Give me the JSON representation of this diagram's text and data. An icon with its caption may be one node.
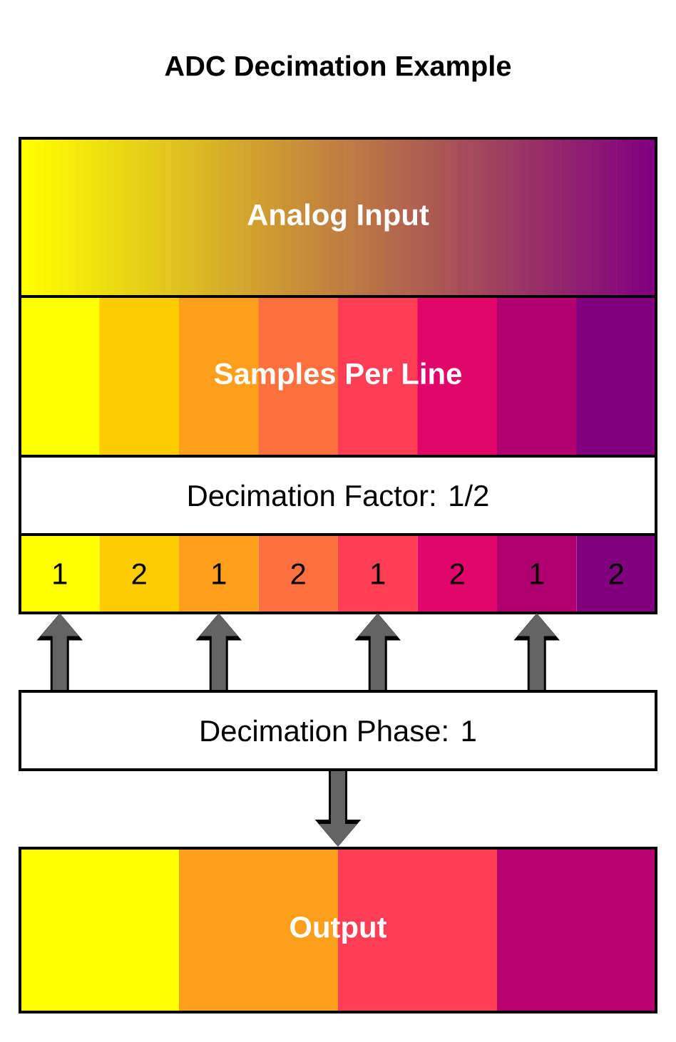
{
  "diagram": {
    "title": "ADC Decimation Example",
    "nodes": [
      {
        "text": [
          "Analog Input"
        ]
      },
      {
        "text": [
          "Samples Per Line"
        ]
      },
      {
        "text": [
          "Decimation Factor: 1/2"
        ]
      },
      {
        "text": [
          "1"
        ]
      },
      {
        "text": [
          "2"
        ]
      },
      {
        "text": [
          "1"
        ]
      },
      {
        "text": [
          "2"
        ]
      },
      {
        "text": [
          "1"
        ]
      },
      {
        "text": [
          "2"
        ]
      },
      {
        "text": [
          "1"
        ]
      },
      {
        "text": [
          "2"
        ]
      },
      {
        "text": [
          "Decimation Phase: 1"
        ]
      },
      {
        "text": [
          "Output"
        ]
      }
    ],
    "edges": [
      {
        "from": 11,
        "to": 3,
        "arrow": "to"
      },
      {
        "from": 11,
        "to": 5,
        "arrow": "to"
      },
      {
        "from": 11,
        "to": 7,
        "arrow": "to"
      },
      {
        "from": 11,
        "to": 9,
        "arrow": "to"
      },
      {
        "from": 11,
        "to": 12,
        "arrow": "to"
      }
    ]
  }
}
